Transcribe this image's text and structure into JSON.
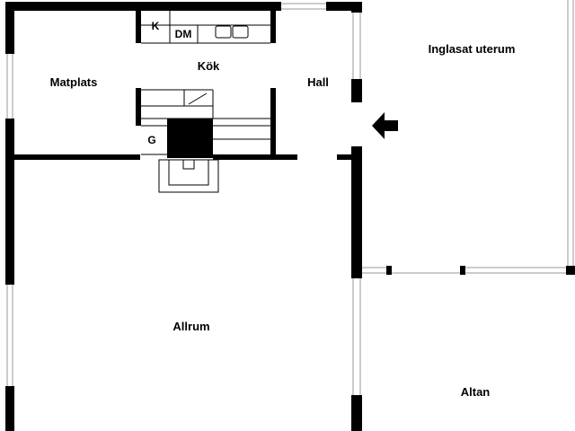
{
  "rooms": {
    "matplats": "Matplats",
    "kok": "Kök",
    "hall": "Hall",
    "uterum": "Inglasat uterum",
    "allrum": "Allrum",
    "altan": "Altan"
  },
  "fixtures": {
    "k": "K",
    "dm": "DM",
    "g": "G"
  },
  "icons": {
    "entrance": "arrow-left-icon"
  },
  "colors": {
    "wall": "#000000",
    "window": "#999999",
    "background": "#ffffff"
  }
}
